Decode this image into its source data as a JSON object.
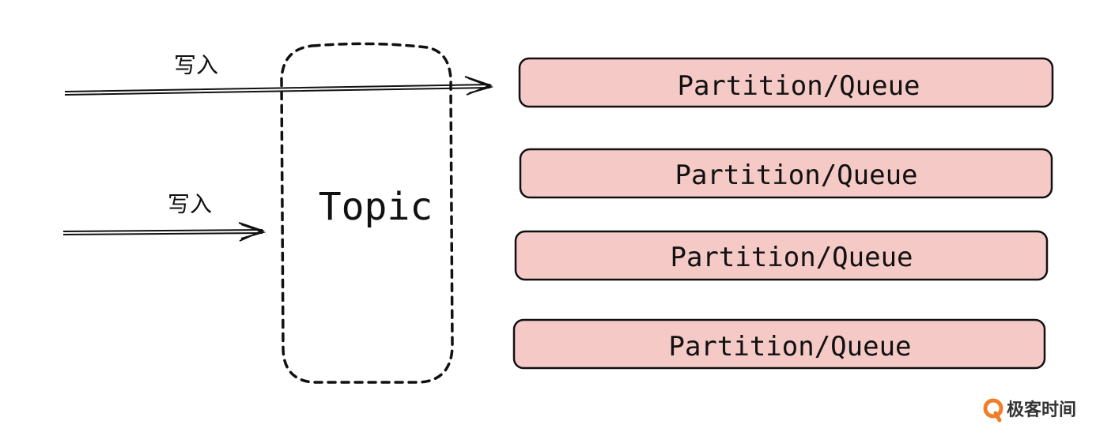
{
  "topic": {
    "label": "Topic"
  },
  "writes": [
    {
      "label": "写入"
    },
    {
      "label": "写入"
    }
  ],
  "partitions": [
    {
      "label": "Partition/Queue"
    },
    {
      "label": "Partition/Queue"
    },
    {
      "label": "Partition/Queue"
    },
    {
      "label": "Partition/Queue"
    }
  ],
  "brand": {
    "name": "极客时间"
  },
  "colors": {
    "partition_fill": "#f4c9c6",
    "stroke": "#111111",
    "brand_accent": "#f07e2a"
  }
}
